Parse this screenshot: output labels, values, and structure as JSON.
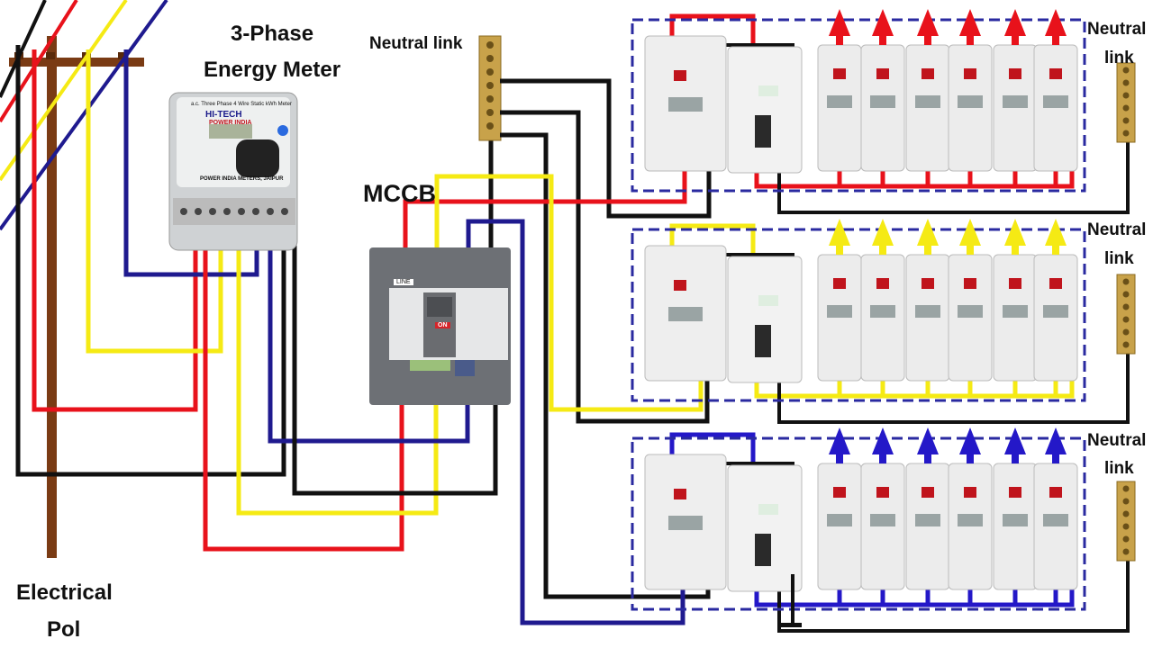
{
  "labels": {
    "meter_title_line1": "3-Phase",
    "meter_title_line2": "Energy Meter",
    "neutral_link_center": "Neutral link",
    "mccb": "MCCB",
    "pole_line1": "Electrical",
    "pole_line2": "Pol",
    "neutral_link_panels": [
      {
        "line1": "Neutral",
        "line2": "link"
      },
      {
        "line1": "Neutral",
        "line2": "link"
      },
      {
        "line1": "Neutral",
        "line2": "link"
      }
    ]
  },
  "meter": {
    "type_text": "a.c. Three Phase 4 Wire Static kWh Meter",
    "brand_line1": "HI-TECH",
    "brand_line2": "POWER INDIA",
    "maker_text": "POWER INDIA METERS, JAIPUR"
  },
  "mccb_device": {
    "side_label": "LINE",
    "state_label": "ON"
  },
  "colors": {
    "red_phase": "#e8121b",
    "yellow_phase": "#f5ea14",
    "blue_phase": "#1f1a8f",
    "neutral": "#111111",
    "panel_border": "#2a2aa0",
    "pole": "#7a3b14"
  },
  "panels": [
    {
      "phase": "red",
      "arrow_color": "#e8121b",
      "outgoing_circuits": 6
    },
    {
      "phase": "yellow",
      "arrow_color": "#f5ea14",
      "outgoing_circuits": 6
    },
    {
      "phase": "blue",
      "arrow_color": "#2418c8",
      "outgoing_circuits": 6
    }
  ]
}
